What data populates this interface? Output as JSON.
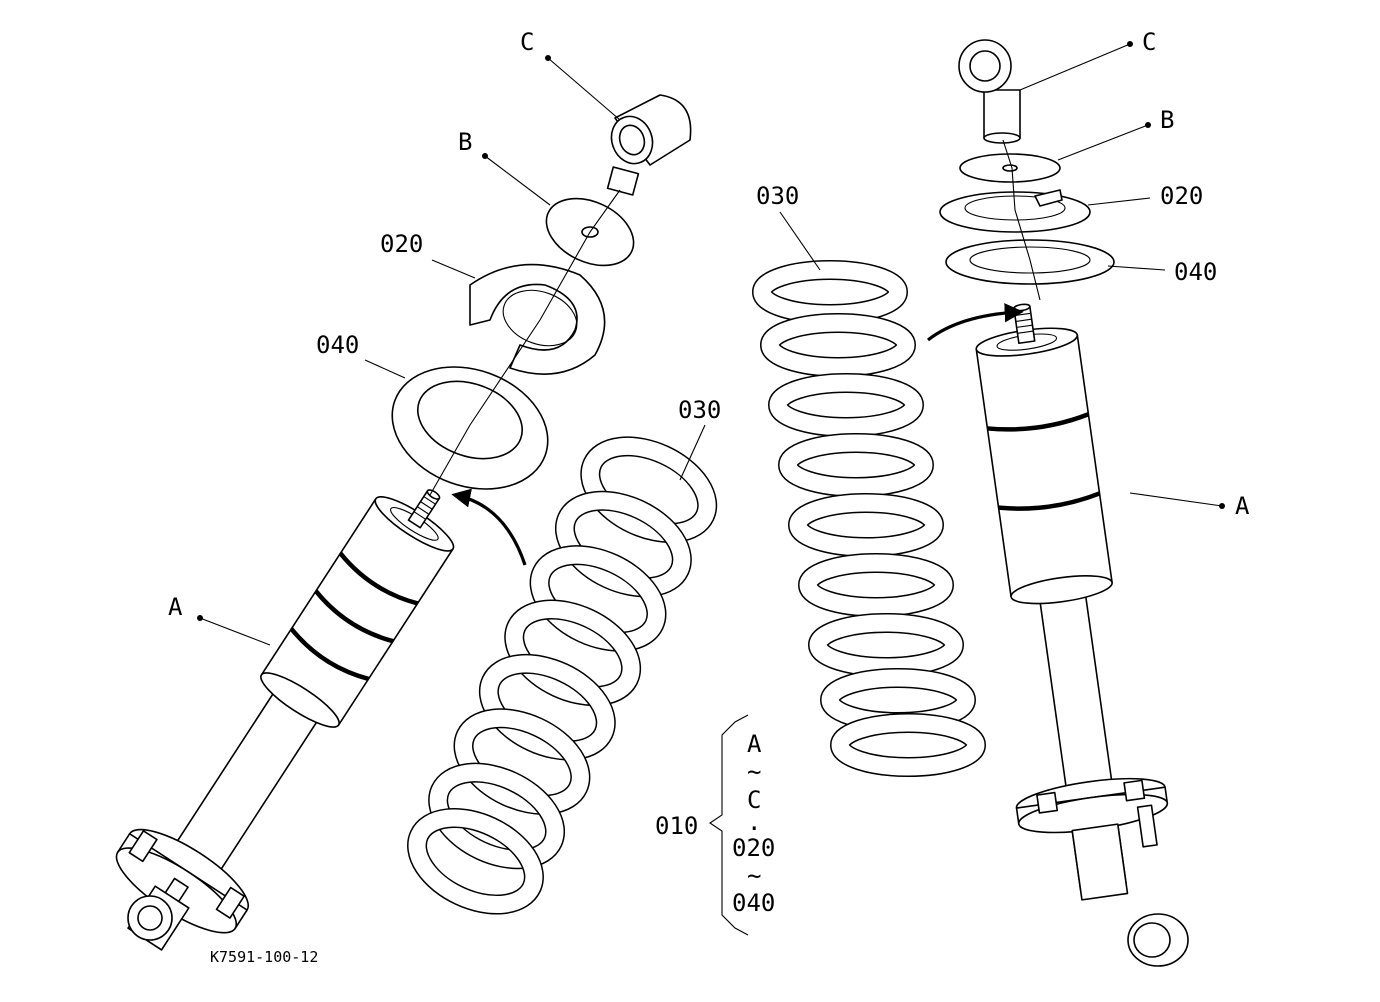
{
  "diagram": {
    "drawing_number": "K7591-100-12",
    "left_assembly": {
      "labels": {
        "c": "C",
        "b": "B",
        "p020": "020",
        "p040": "040",
        "p030": "030",
        "a": "A"
      }
    },
    "right_assembly": {
      "labels": {
        "c": "C",
        "b": "B",
        "p020": "020",
        "p040": "040",
        "p030": "030",
        "a": "A"
      }
    },
    "assembly_group": {
      "part_number": "010",
      "range_lines": [
        "A",
        "~",
        "C",
        ".",
        "020",
        "~",
        "040"
      ]
    }
  }
}
